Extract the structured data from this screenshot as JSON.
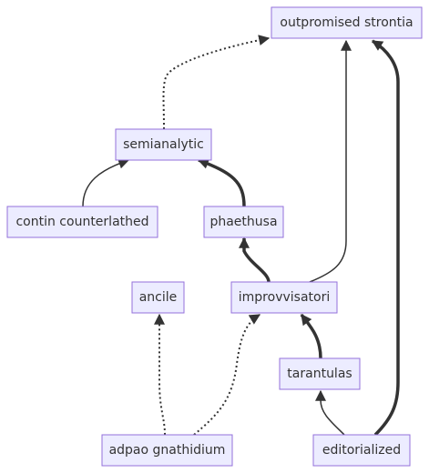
{
  "diagram": {
    "nodes": [
      {
        "id": "outpromised",
        "label": "outpromised strontia"
      },
      {
        "id": "semianalytic",
        "label": "semianalytic"
      },
      {
        "id": "contin",
        "label": "contin counterlathed"
      },
      {
        "id": "phaethusa",
        "label": "phaethusa"
      },
      {
        "id": "ancile",
        "label": "ancile"
      },
      {
        "id": "improvvisatori",
        "label": "improvvisatori"
      },
      {
        "id": "tarantulas",
        "label": "tarantulas"
      },
      {
        "id": "adpao",
        "label": "adpao gnathidium"
      },
      {
        "id": "editorialized",
        "label": "editorialized"
      }
    ],
    "edges": [
      {
        "from": "semianalytic",
        "to": "outpromised",
        "style": "dotted"
      },
      {
        "from": "contin",
        "to": "semianalytic",
        "style": "normal"
      },
      {
        "from": "phaethusa",
        "to": "semianalytic",
        "style": "thick"
      },
      {
        "from": "improvvisatori",
        "to": "phaethusa",
        "style": "thick"
      },
      {
        "from": "improvvisatori",
        "to": "outpromised",
        "style": "normal"
      },
      {
        "from": "editorialized",
        "to": "outpromised",
        "style": "thick"
      },
      {
        "from": "tarantulas",
        "to": "improvvisatori",
        "style": "thick"
      },
      {
        "from": "adpao",
        "to": "ancile",
        "style": "dotted"
      },
      {
        "from": "adpao",
        "to": "improvvisatori",
        "style": "dotted"
      },
      {
        "from": "editorialized",
        "to": "tarantulas",
        "style": "normal"
      }
    ]
  }
}
